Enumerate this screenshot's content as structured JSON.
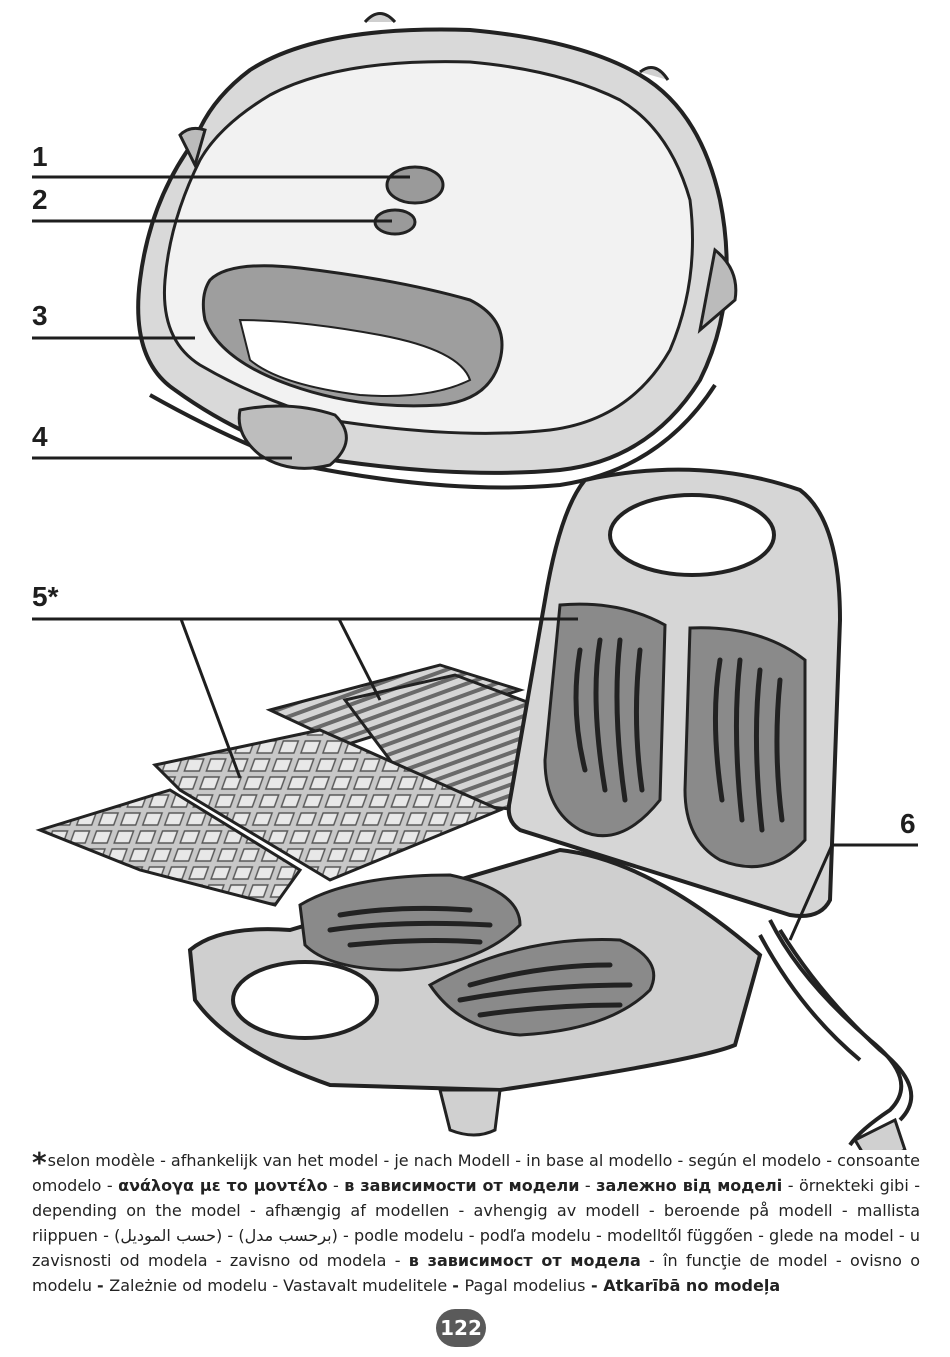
{
  "callouts": {
    "c1": "1",
    "c2": "2",
    "c3": "3",
    "c4": "4",
    "c5": "5*",
    "c6": "6"
  },
  "footnote": {
    "star": "*",
    "line1": "selon modèle - afhankelijk van het model - je nach Modell - in base al modello - según el modelo - consoante omodelo - ",
    "greek": "ανάλογα με το μοντέλο",
    "sep1": " - ",
    "russian": "в зависимости от модели",
    "sep2": " - ",
    "ukrainian": "залежно від моделі",
    "line2": " - örnekteki gibi - depending on the model - afhængig af modellen - avhengig av modell - beroende på modell - mallista riippuen - (حسب الموديل) - (برحسب مدل) - podle modelu - podľa modelu - modelltől függően - glede na model - u zavisnosti od modela - zavisno od modela - ",
    "bulgarian": "в зависимост от модела",
    "line3": " - în funcţie de model - ovisno o modelu ",
    "polish_sep": "- ",
    "polish": "Zależnie od modelu",
    "line4": " - Vastavalt mudelitele ",
    "sep5": "- ",
    "lithuanian": "Pagal modelius",
    "sep6": " - ",
    "latvian": "Atkarībā no modeļa"
  },
  "page_number": "122",
  "icons": {
    "plug": "plug-icon"
  }
}
